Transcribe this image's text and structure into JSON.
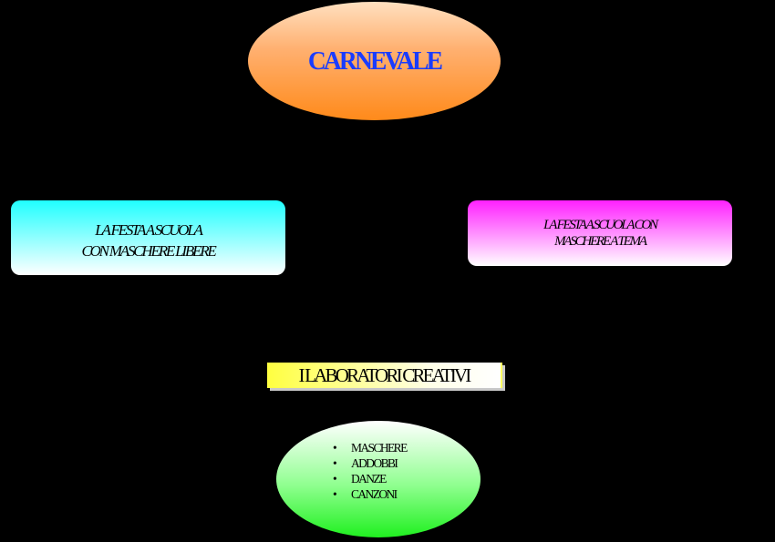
{
  "title": "CARNEVALE",
  "left_box": {
    "line1": "LA FESTA A SCUOLA",
    "line2": "CON MASCHERE LIBERE"
  },
  "right_box": {
    "line1": "LA FESTA A SCUOLA CON",
    "line2": "MASCHERE A TEMA"
  },
  "labs": {
    "title": "I LABORATORI CREATIVI",
    "items": [
      "MASCHERE",
      "ADDOBBI",
      "DANZE",
      "CANZONI"
    ]
  }
}
